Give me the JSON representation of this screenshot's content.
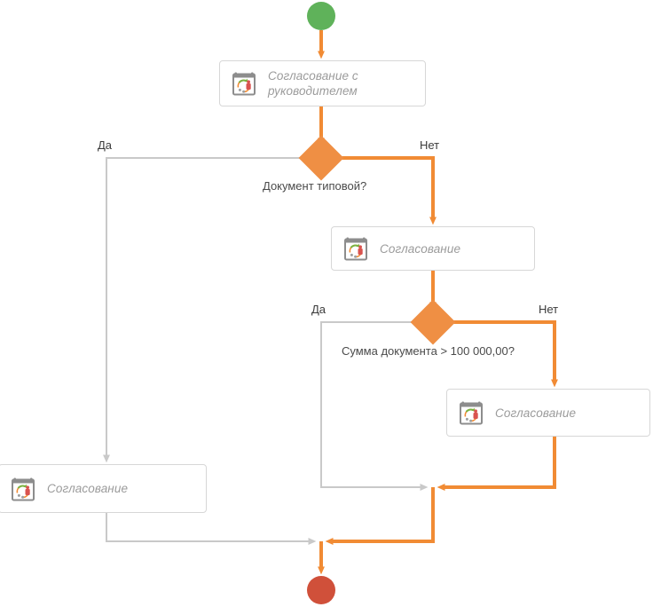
{
  "diagram": {
    "type": "flowchart",
    "title": "Document approval route",
    "colors": {
      "start": "#5fb25a",
      "end": "#d0503a",
      "decision": "#ef8f44",
      "flow_active": "#f18b34",
      "flow_inactive": "#c9c9c9",
      "box_border": "#d7d7d7",
      "box_text": "#9b9b9b",
      "label_text": "#3b3b3b"
    },
    "nodes": {
      "start": {
        "name": "start-node",
        "shape": "circle"
      },
      "task_manager_approval": {
        "caption": "Согласование с\nруководителем",
        "icon": "approval-calendar-icon"
      },
      "decision_typical": {
        "label": "Документ типовой?",
        "yes": "Да",
        "no": "Нет"
      },
      "task_approval_nontypical": {
        "caption": "Согласование",
        "icon": "approval-calendar-icon"
      },
      "decision_amount": {
        "label": "Сумма документа > 100 000,00?",
        "yes": "Да",
        "no": "Нет"
      },
      "task_approval_large_amount": {
        "caption": "Согласование",
        "icon": "approval-calendar-icon"
      },
      "task_approval_typical": {
        "caption": "Согласование",
        "icon": "approval-calendar-icon"
      },
      "end": {
        "name": "end-node",
        "shape": "circle"
      }
    }
  }
}
